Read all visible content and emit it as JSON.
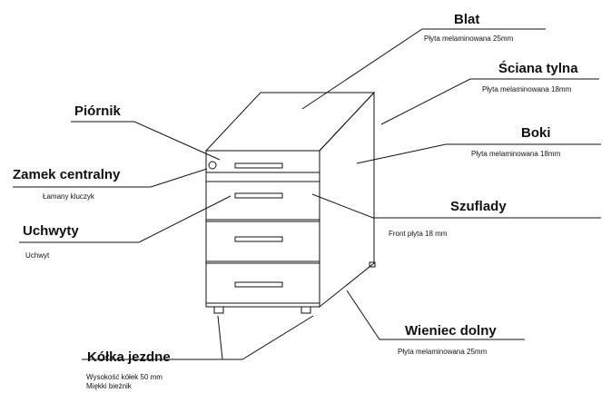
{
  "labels": {
    "blat": {
      "title": "Blat",
      "desc": "Płyta melaminowana 25mm"
    },
    "sciana_tylna": {
      "title": "Ściana tylna",
      "desc": "Płyta melaminowana 18mm"
    },
    "boki": {
      "title": "Boki",
      "desc": "Płyta melaminowana 18mm"
    },
    "piornik": {
      "title": "Piórnik"
    },
    "zamek": {
      "title": "Zamek centralny",
      "desc": "Łamany kluczyk"
    },
    "szuflady": {
      "title": "Szuflady",
      "desc": "Front płyta 18 mm"
    },
    "uchwyty": {
      "title": "Uchwyty",
      "desc": "Uchwyt"
    },
    "wieniec": {
      "title": "Wieniec dolny",
      "desc": "Płyta melaminowana 25mm"
    },
    "kolka": {
      "title": "Kółka jezdne",
      "desc1": "Wysokość kółek 50 mm",
      "desc2": "Miękki bieżnik"
    }
  },
  "colors": {
    "line": "#111111",
    "background": "#ffffff"
  }
}
